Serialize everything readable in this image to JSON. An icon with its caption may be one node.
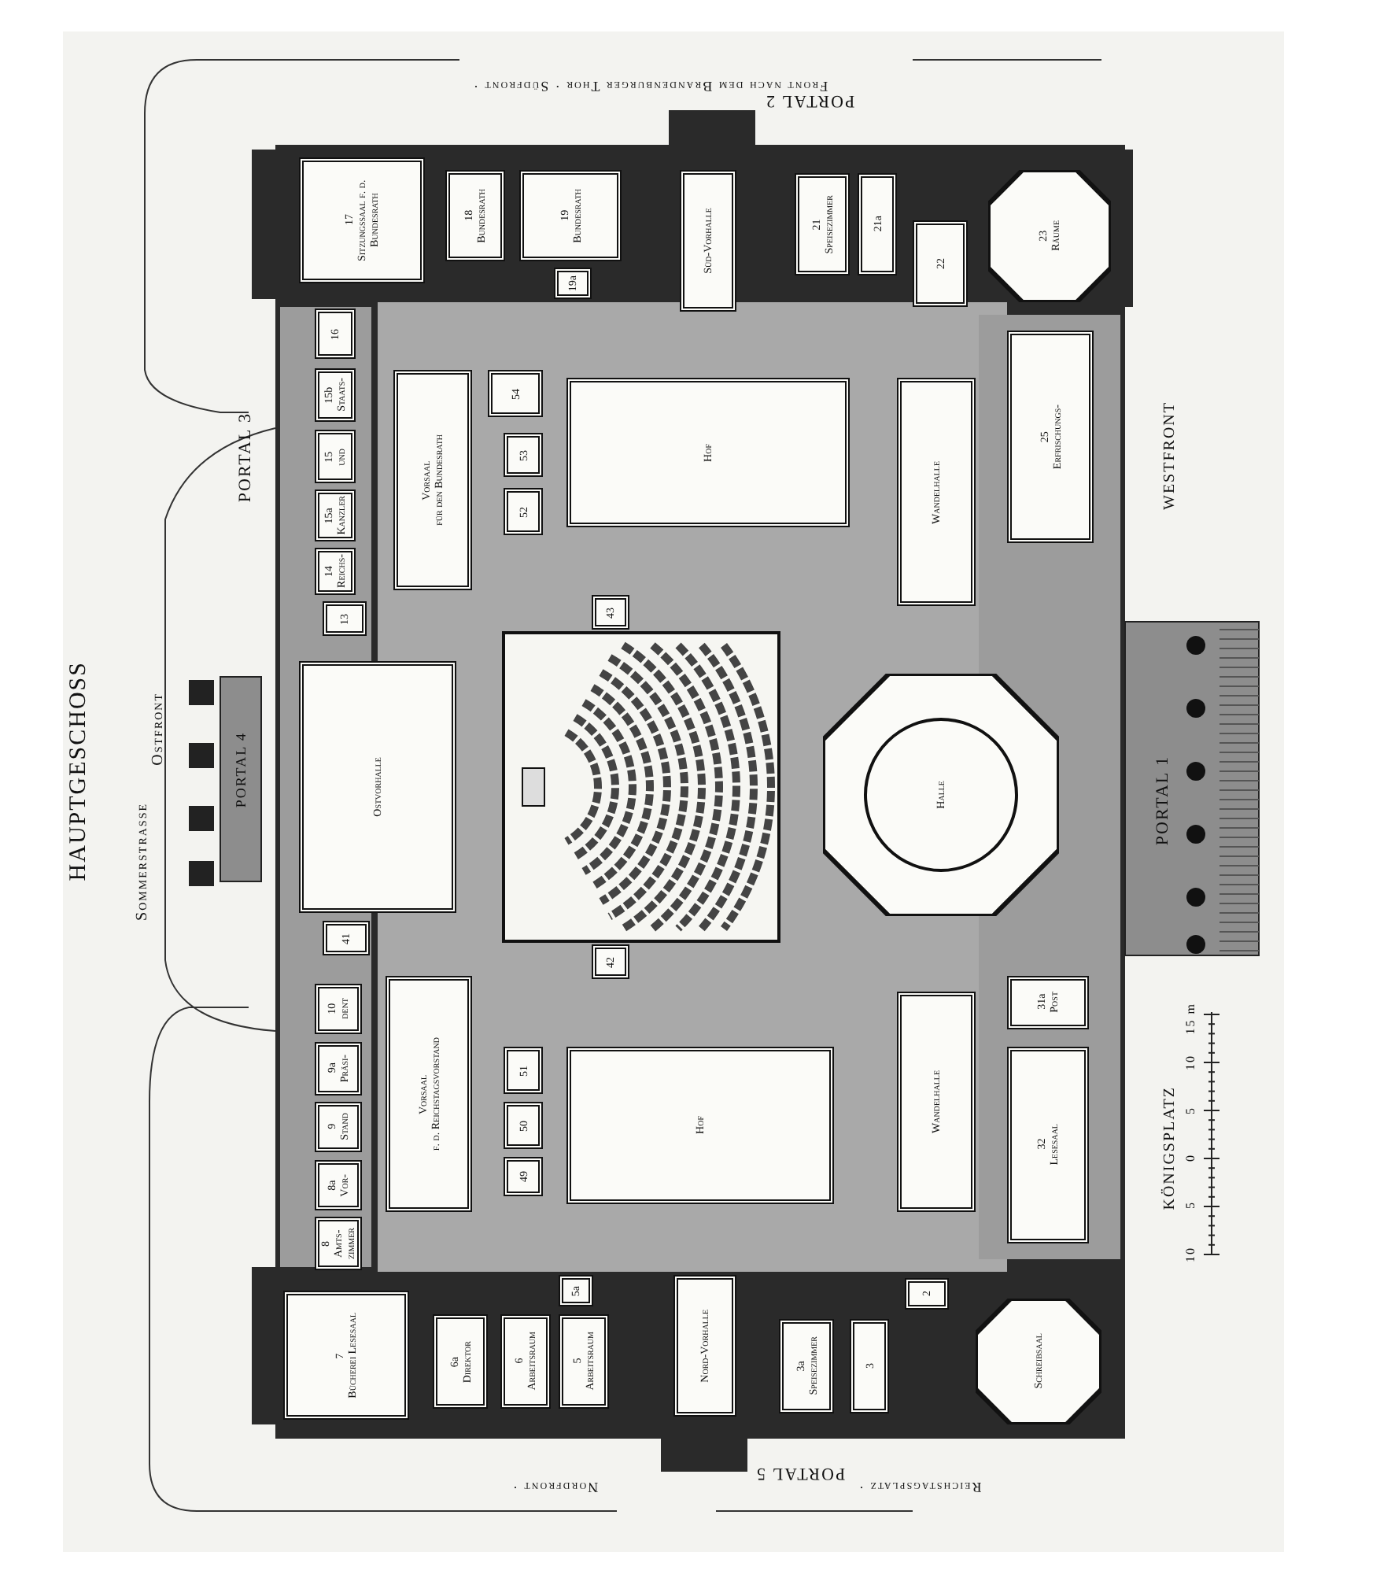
{
  "diagram": {
    "title": "HAUPTGESCHOSS",
    "nodes": [
      {
        "text": [
          "17",
          "Sitzungssaal f. d. Bundesrath"
        ]
      },
      {
        "text": [
          "18",
          "Bundesrath"
        ]
      },
      {
        "text": [
          "19",
          "Bundesrath"
        ]
      },
      {
        "text": [
          "19a"
        ]
      },
      {
        "text": [
          "Süd-Vorhalle"
        ]
      },
      {
        "text": [
          "21",
          "Speisezimmer"
        ]
      },
      {
        "text": [
          "21a"
        ]
      },
      {
        "text": [
          "22"
        ]
      },
      {
        "text": [
          "23",
          "Räume"
        ]
      },
      {
        "text": [
          "16"
        ]
      },
      {
        "text": [
          "15b",
          "Staats-"
        ]
      },
      {
        "text": [
          "15",
          "und"
        ]
      },
      {
        "text": [
          "15a",
          "Kanzler"
        ]
      },
      {
        "text": [
          "14",
          "Reichs-"
        ]
      },
      {
        "text": [
          "13"
        ]
      },
      {
        "text": [
          "Vorsaal",
          "für den Bundesrath"
        ]
      },
      {
        "text": [
          "54"
        ]
      },
      {
        "text": [
          "53"
        ]
      },
      {
        "text": [
          "52"
        ]
      },
      {
        "text": [
          "Hof"
        ]
      },
      {
        "text": [
          "Wandelhalle"
        ]
      },
      {
        "text": [
          "25",
          "Erfrischungs-"
        ]
      },
      {
        "text": [
          "43"
        ]
      },
      {
        "text": [
          "Ostvorhalle"
        ]
      },
      {
        "text": [
          "41"
        ]
      },
      {
        "text": [
          "42"
        ]
      },
      {
        "text": [
          "Halle"
        ]
      },
      {
        "text": [
          "31a",
          "Post"
        ]
      },
      {
        "text": [
          "32",
          "Lesesaal"
        ]
      },
      {
        "text": [
          "Wandelhalle"
        ]
      },
      {
        "text": [
          "Hof"
        ]
      },
      {
        "text": [
          "51"
        ]
      },
      {
        "text": [
          "50"
        ]
      },
      {
        "text": [
          "49"
        ]
      },
      {
        "text": [
          "Vorsaal",
          "f. d. Reichstagsvorstand"
        ]
      },
      {
        "text": [
          "10",
          "dent"
        ]
      },
      {
        "text": [
          "9a",
          "Präsi-"
        ]
      },
      {
        "text": [
          "9",
          "Stand"
        ]
      },
      {
        "text": [
          "8a",
          "Vor-"
        ]
      },
      {
        "text": [
          "8",
          "Amts- zimmer"
        ]
      },
      {
        "text": [
          "7",
          "Bücherei Lesesaal"
        ]
      },
      {
        "text": [
          "5a"
        ]
      },
      {
        "text": [
          "6a",
          "Direktor"
        ]
      },
      {
        "text": [
          "6",
          "Arbeitsraum"
        ]
      },
      {
        "text": [
          "5",
          "Arbeitsraum"
        ]
      },
      {
        "text": [
          "Nord-Vorhalle"
        ]
      },
      {
        "text": [
          "3a",
          "Speisezimmer"
        ]
      },
      {
        "text": [
          "3"
        ]
      },
      {
        "text": [
          "2"
        ]
      },
      {
        "text": [
          "Schreibsaal"
        ]
      }
    ],
    "labels": [
      "Front nach dem Brandenburger Thor · Südfront ·",
      "PORTAL 2",
      "PORTAL 3",
      "Sommerstrasse",
      "Ostfront",
      "PORTAL 4",
      "WESTFRONT",
      "PORTAL 1",
      "KÖNIGSPLATZ",
      "10",
      "5",
      "0",
      "5",
      "10",
      "15 m",
      "Nordfront ·",
      "PORTAL 5",
      "Reichstagsplatz ·"
    ]
  }
}
